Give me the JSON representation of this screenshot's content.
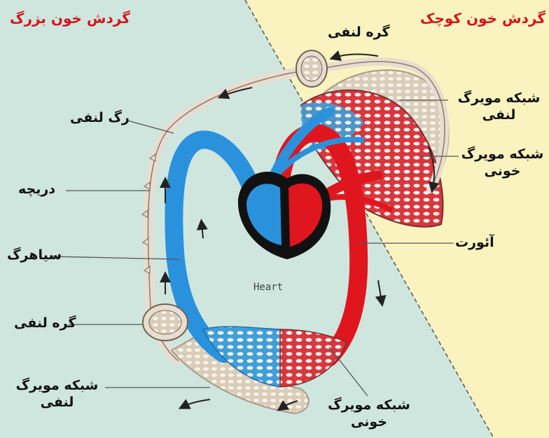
{
  "titles": {
    "systemic": "گردش خون بزرگ",
    "pulmonary": "گردش خون کوچک"
  },
  "labels": {
    "lymph_node_top": "گره لنفی",
    "lymph_capillary_right": [
      "شبکه مویرگ",
      "لنفی"
    ],
    "blood_capillary_right": [
      "شبکه مویرگ",
      "خونی"
    ],
    "aorta": "آئورت",
    "lymph_vessel": "رگ لنفی",
    "valve": "دریچه",
    "vein": "سیاهرگ",
    "lymph_node_bottom": "گره لنفی",
    "lymph_capillary_left": [
      "شبکه مویرگ",
      "لنفی"
    ],
    "blood_capillary_bottom": [
      "شبکه مویرگ",
      "خونی"
    ],
    "heart": "Heart"
  },
  "colors": {
    "systemic_bg": "#cfe6df",
    "pulmonary_bg": "#fbf3bf",
    "title_red": "#d4141b",
    "blood_red": "#e0161e",
    "blood_blue": "#2a92dd",
    "lymph_beige": "#e8ddd0",
    "heart_black": "#111111"
  }
}
